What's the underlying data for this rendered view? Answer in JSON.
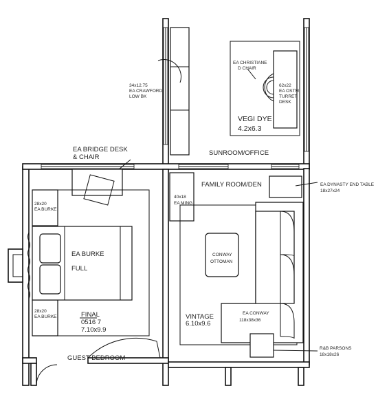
{
  "rooms": {
    "sunroom": "SUNROOM/OFFICE",
    "family_room": "FAMILY ROOM/DEN",
    "guest_bedroom": "GUEST BEDROOM"
  },
  "furniture": {
    "bridge_desk": [
      "EA BRIDGE DESK",
      "& CHAIR"
    ],
    "crawford_bookcase": [
      "34x12.75",
      "EA CRAWFORD",
      "LOW BK"
    ],
    "christiane_chair": [
      "EA CHRISTIANE",
      "D CHAIR"
    ],
    "turret_desk": [
      "62x22",
      "EA OSTM",
      "TURRET",
      "DESK"
    ],
    "dynasty_table": [
      "EA DYNASTY END TABLE",
      "18x27x24"
    ],
    "ming": [
      "40x18",
      "EA MING"
    ],
    "burke_nightstand": [
      "28x20",
      "EA BURKE"
    ],
    "burke_bed": [
      "EA BURKE",
      "FULL"
    ],
    "conway_ottoman": [
      "CONWAY",
      "OTTOMAN"
    ],
    "conway_sofa": [
      "EA CONWAY",
      "118x38x36"
    ],
    "parsons_table": [
      "R&B PARSONS",
      "18x18x26"
    ]
  },
  "rugs": {
    "vegi_dye": [
      "VEGI DYE",
      "4.2x6.3"
    ],
    "final": [
      "FINAL",
      "0516 7",
      "7.10x9.9"
    ],
    "vintage": [
      "VINTAGE",
      "6.10x9.6"
    ]
  }
}
